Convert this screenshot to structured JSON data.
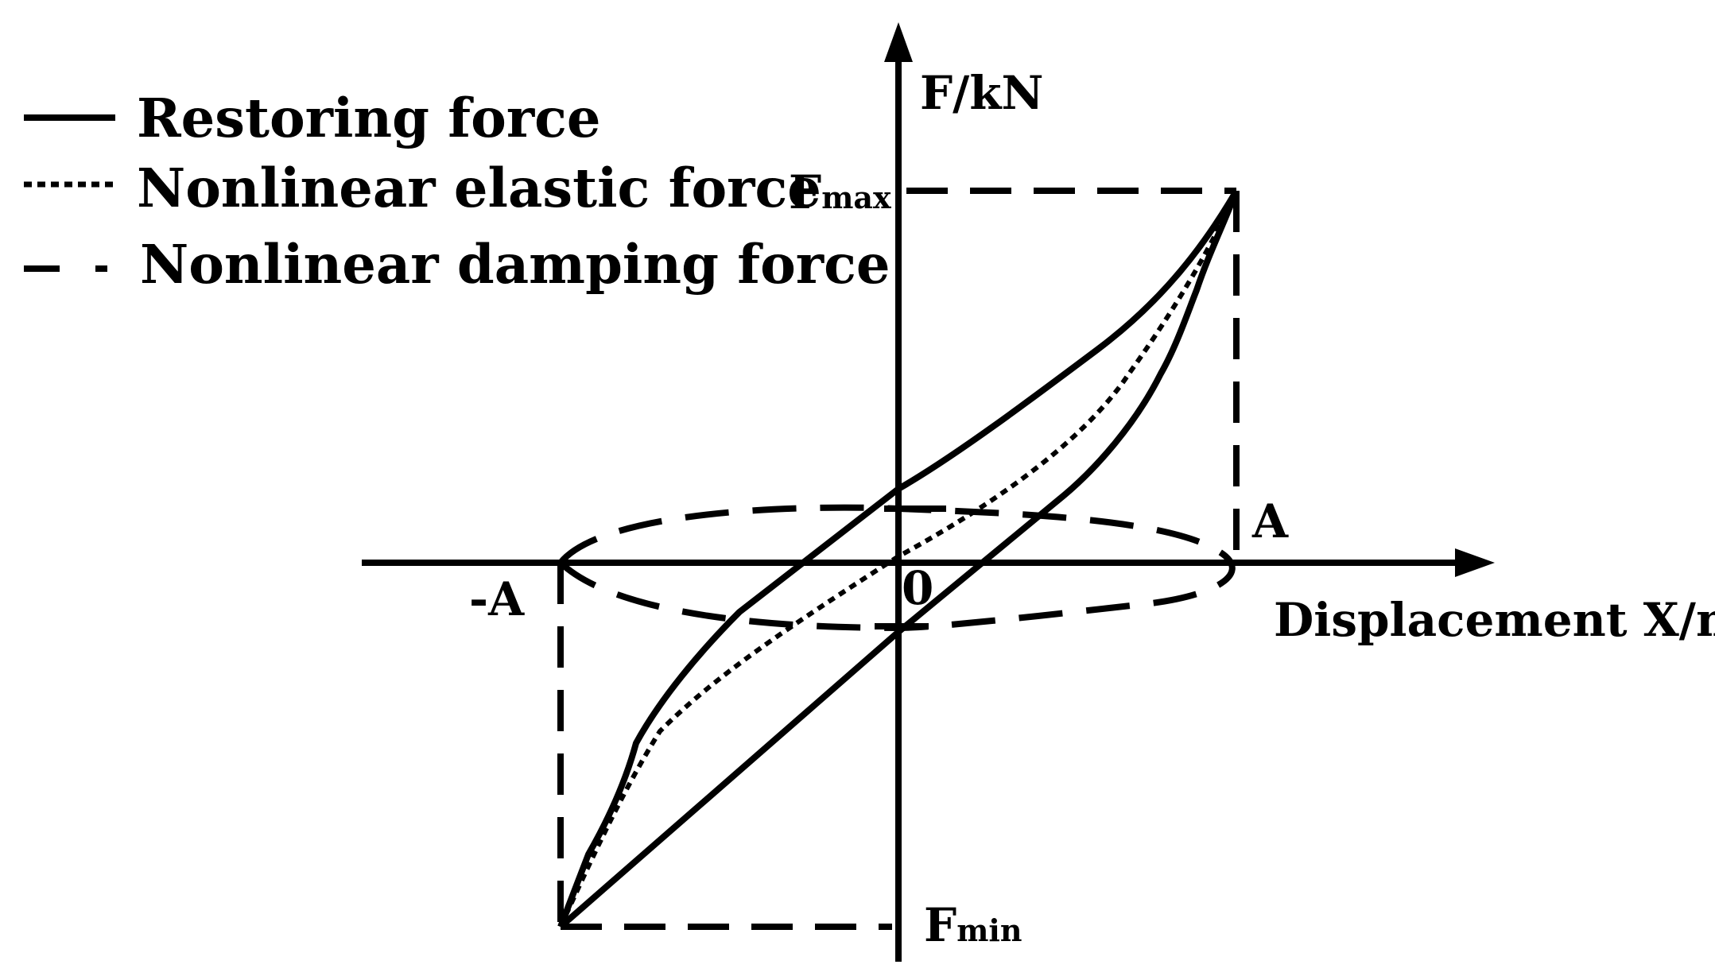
{
  "legend": {
    "restoring": "Restoring force",
    "elastic": "Nonlinear elastic force",
    "damping": "Nonlinear damping force"
  },
  "axes": {
    "y_label": "F/kN",
    "x_label": "Displacement X/mm",
    "origin": "0",
    "pos_amp": "A",
    "neg_amp": "-A",
    "fmax_main": "F",
    "fmax_sub": "max",
    "fmin_main": "F",
    "fmin_sub": "min"
  },
  "colors": {
    "ink": "#000000",
    "background": "#ffffff"
  }
}
